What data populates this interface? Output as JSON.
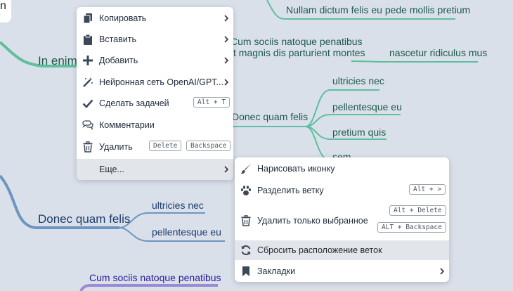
{
  "canvas": {
    "top_char": "n",
    "nodes": [
      {
        "id": "n1",
        "text": "Nullam dictum felis eu pede mollis pretium"
      },
      {
        "id": "n2",
        "text": "Cum sociis natoque penatibus"
      },
      {
        "id": "n3",
        "text": "t magnis dis parturient montes"
      },
      {
        "id": "n4",
        "text": "nascetur ridiculus mus"
      },
      {
        "id": "n5",
        "text": "In enim"
      },
      {
        "id": "n6",
        "text": "ultricies nec"
      },
      {
        "id": "n7",
        "text": "Donec quam felis"
      },
      {
        "id": "n8",
        "text": "pellentesque eu"
      },
      {
        "id": "n9",
        "text": "pretium quis"
      },
      {
        "id": "n10",
        "text": "sem"
      },
      {
        "id": "n11",
        "text": "ultricies nec"
      },
      {
        "id": "n12",
        "text": "Donec quam felis"
      },
      {
        "id": "n13",
        "text": "pellentesque eu"
      },
      {
        "id": "n14",
        "text": "Cum sociis natoque penatibus"
      }
    ]
  },
  "context_menu": {
    "items": [
      {
        "label": "Копировать",
        "icon": "copy-icon"
      },
      {
        "label": "Вставить",
        "icon": "clipboard-icon"
      },
      {
        "label": "Добавить",
        "icon": "plus-icon"
      },
      {
        "label": "Нейронная сеть OpenAI/GPT...",
        "icon": "magic-wand-icon"
      },
      {
        "label": "Сделать задачей",
        "icon": "check-icon",
        "shortcut": "Alt + T"
      },
      {
        "label": "Комментарии",
        "icon": "comments-icon"
      },
      {
        "label": "Удалить",
        "icon": "trash-icon",
        "shortcut1": "Delete",
        "shortcut2": "Backspace"
      },
      {
        "label": "Еще...",
        "icon": ""
      }
    ]
  },
  "submenu": {
    "items": [
      {
        "label": "Нарисовать иконку",
        "icon": "paint-brush-icon"
      },
      {
        "label": "Разделить ветку",
        "icon": "paw-icon",
        "shortcut": "Alt + >"
      },
      {
        "label": "Удалить только выбранное",
        "icon": "trash-icon",
        "shortcut1": "Alt + Delete",
        "shortcut2": "ALT + Backspace"
      },
      {
        "label": "Сбросить расположение веток",
        "icon": "refresh-icon"
      },
      {
        "label": "Закладки",
        "icon": "bookmark-icon"
      }
    ]
  }
}
